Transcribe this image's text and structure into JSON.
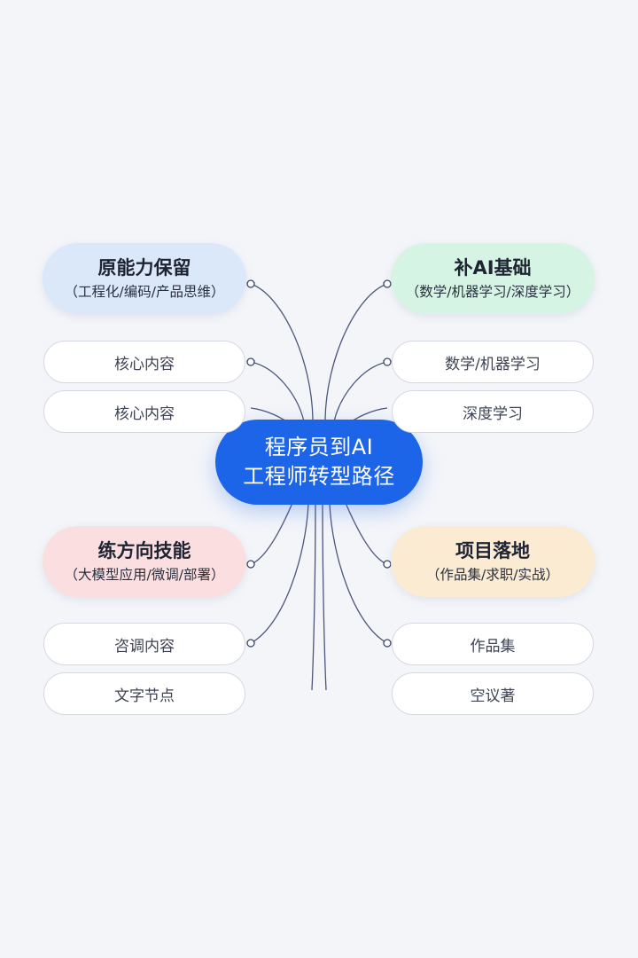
{
  "center": {
    "line1": "程序员到AI",
    "line2": "工程师转型路径"
  },
  "branches": [
    {
      "title": "原能力保留",
      "subtitle": "（工程化/编码/产品思维）",
      "color": "#dbe8fa",
      "leaves": [
        "核心内容",
        "核心内容"
      ]
    },
    {
      "title": "补AI基础",
      "subtitle": "（数学/机器学习/深度学习）",
      "color": "#d6f4e3",
      "leaves": [
        "数学/机器学习",
        "深度学习"
      ]
    },
    {
      "title": "练方向技能",
      "subtitle": "（大模型应用/微调/部署）",
      "color": "#fbdfe0",
      "leaves": [
        "咨调内容",
        "文字节点"
      ]
    },
    {
      "title": "项目落地",
      "subtitle": "（作品集/求职/实战）",
      "color": "#fbebd2",
      "leaves": [
        "作品集",
        "空议著"
      ]
    }
  ],
  "colors": {
    "center": "#1c64e8",
    "connector": "#4c567a",
    "background": "#f3f5f9"
  }
}
